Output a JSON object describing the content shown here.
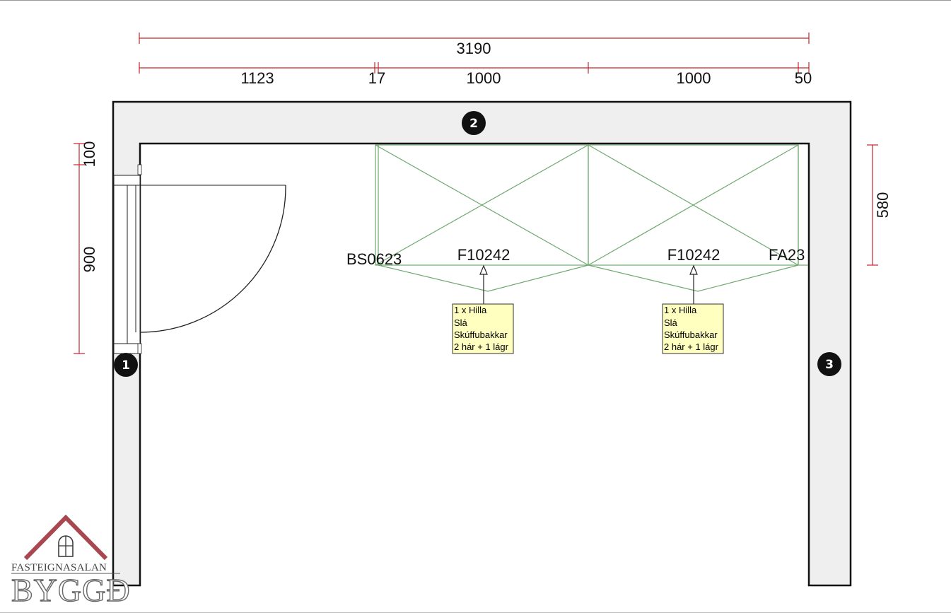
{
  "dimensions": {
    "overall_width": "3190",
    "segment_1": "1123",
    "segment_2": "17",
    "segment_3": "1000",
    "segment_4": "1000",
    "segment_5": "50",
    "left_top": "100",
    "left_door": "900",
    "right_depth": "580"
  },
  "walls": {
    "wall_1": "1",
    "wall_2": "2",
    "wall_3": "3"
  },
  "labels": {
    "bs_code": "BS0623",
    "fa_code": "FA23",
    "unit_a": "F10242",
    "unit_b": "F10242"
  },
  "notes": [
    {
      "lines": [
        "1 x Hilla",
        "Slá",
        "Skúffubakkar",
        "2 hár + 1 lágr"
      ]
    },
    {
      "lines": [
        "1 x Hilla",
        "Slá",
        "Skúffubakkar",
        "2 hár + 1 lágr"
      ]
    }
  ],
  "logo": {
    "top_text": "FASTEIGNASALAN",
    "bottom_text": "BYGGÐ"
  },
  "colors": {
    "dimension": "#c0262b",
    "wall_fill": "#efefef",
    "unit_lines": "#6fa870",
    "note_fill": "#ffffc0",
    "logo_roof": "#a8474f"
  }
}
